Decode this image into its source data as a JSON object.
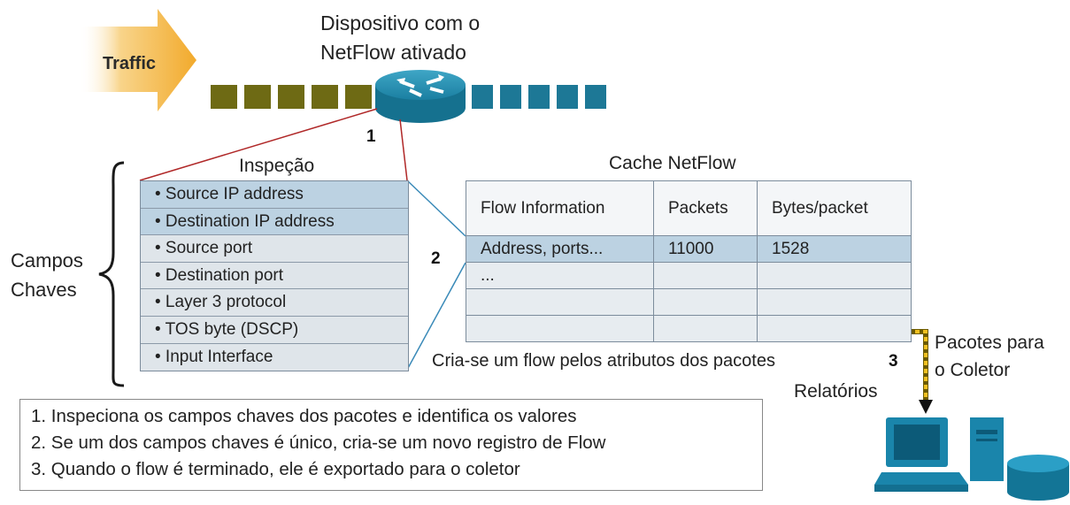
{
  "traffic_label": "Traffic",
  "router_title_line1": "Dispositivo com o",
  "router_title_line2": "NetFlow ativado",
  "step1_num": "1",
  "step2_num": "2",
  "step3_num": "3",
  "inspection": {
    "title": "Inspeção",
    "fields": [
      "• Source IP address",
      "• Destination IP address",
      "• Source port",
      "• Destination port",
      "• Layer 3 protocol",
      "• TOS byte (DSCP)",
      "• Input Interface"
    ]
  },
  "key_fields_label_line1": "Campos",
  "key_fields_label_line2": "Chaves",
  "cache": {
    "title": "Cache NetFlow",
    "headers": [
      "Flow Information",
      "Packets",
      "Bytes/packet"
    ],
    "row1": [
      "Address, ports...",
      "11000",
      "1528"
    ],
    "row2": [
      "...",
      "",
      ""
    ]
  },
  "flow_caption": "Cria-se um flow pelos atributos dos pacotes",
  "export_label_line1": "Pacotes para",
  "export_label_line2": "o Coletor",
  "reports_label": "Relatórios",
  "steps": [
    "1. Inspeciona os campos chaves dos pacotes e identifica os valores",
    "2. Se um dos campos chaves é único, cria-se um novo registro de Flow",
    "3. Quando o flow é terminado, ele é exportado para o coletor"
  ],
  "colors": {
    "incoming_packets": "#6e6a14",
    "outgoing_packets": "#1d7896",
    "router": "#1a86a8",
    "traffic_arrow": "#f4b43a",
    "export_path": "#e8b820",
    "connector_red": "#b02828",
    "connector_blue": "#3a8ab8"
  }
}
